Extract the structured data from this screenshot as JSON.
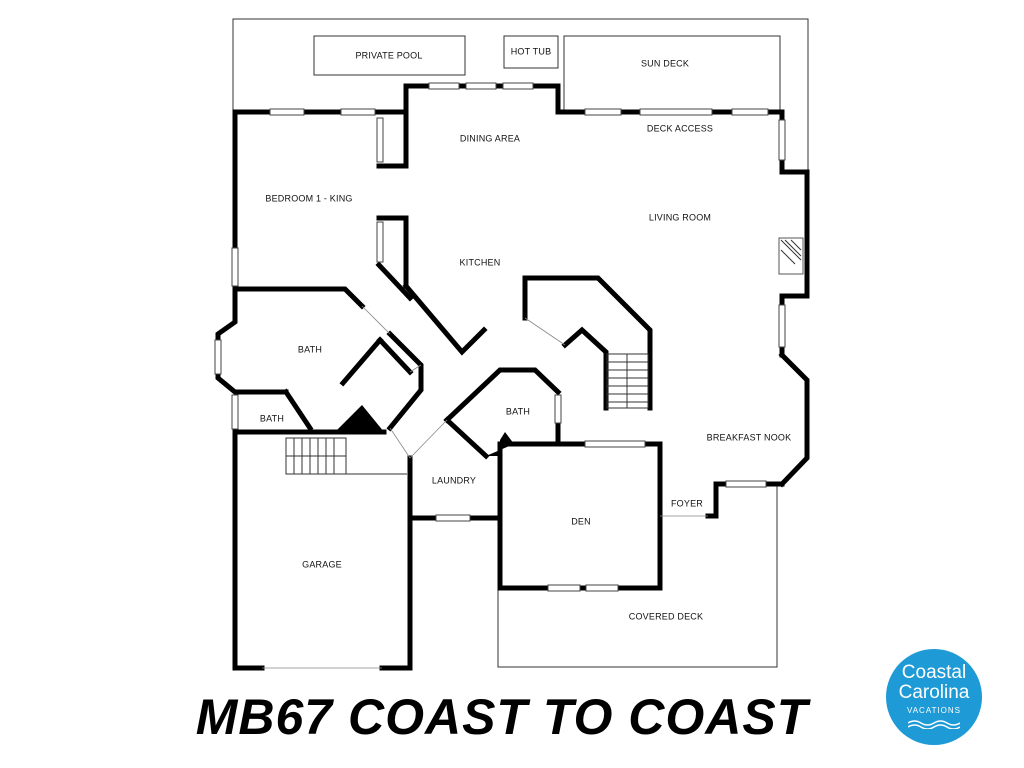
{
  "plan": {
    "title": "MB67 COAST TO COAST",
    "rooms": {
      "private_pool": "PRIVATE POOL",
      "hot_tub": "HOT TUB",
      "sun_deck": "SUN DECK",
      "dining_area": "DINING AREA",
      "deck_access": "DECK ACCESS",
      "bedroom_1": "BEDROOM 1 - KING",
      "living_room": "LIVING ROOM",
      "kitchen": "KITCHEN",
      "bath_1": "BATH",
      "bath_2": "BATH",
      "bath_3": "BATH",
      "breakfast_nook": "BREAKFAST NOOK",
      "laundry": "LAUNDRY",
      "foyer": "FOYER",
      "den": "DEN",
      "garage": "GARAGE",
      "covered_deck": "COVERED DECK"
    }
  },
  "logo": {
    "line1": "Coastal",
    "line2": "Carolina",
    "line3": "VACATIONS",
    "color": "#1e9ad6"
  }
}
